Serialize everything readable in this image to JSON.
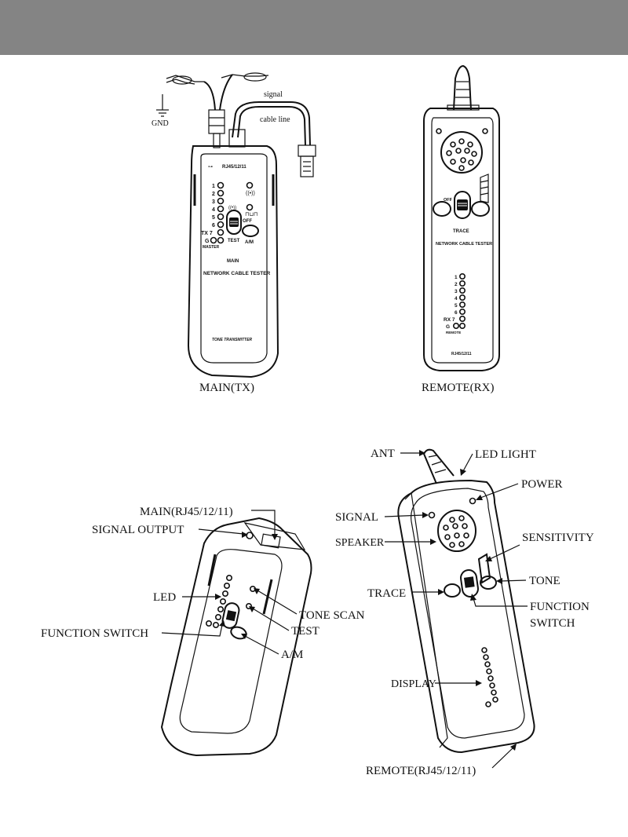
{
  "top": {
    "gnd": "GND",
    "signal": "signal",
    "cable_line": "cable line",
    "tx_port": "RJ45/12/11",
    "tx_leds": [
      "1",
      "2",
      "3",
      "4",
      "5",
      "6",
      "TX  7",
      "G"
    ],
    "tx_off": "OFF",
    "tx_test": "TEST",
    "tx_am": "A/M",
    "tx_master": "MASTER",
    "tx_main": "MAIN",
    "tx_title": "NETWORK CABLE TESTER",
    "tx_footer": "TONE TRANSMITTER",
    "rx_off": "OFF",
    "rx_trace": "TRACE",
    "rx_title": "NETWORK CABLE TESTER",
    "rx_leds": [
      "1",
      "2",
      "3",
      "4",
      "5",
      "6",
      "RX  7",
      "G"
    ],
    "rx_remote": "REMOTE",
    "rx_port": "RJ45/12/11",
    "caption_tx": "MAIN(TX)",
    "caption_rx": "REMOTE(RX)"
  },
  "callouts_tx": {
    "main_port": "MAIN(RJ45/12/11)",
    "signal_output": "SIGNAL OUTPUT",
    "led": "LED",
    "function_switch": "FUNCTION SWITCH",
    "tone_scan": "TONE SCAN",
    "test": "TEST",
    "am": "A/M"
  },
  "callouts_rx": {
    "ant": "ANT",
    "led_light": "LED LIGHT",
    "power": "POWER",
    "signal": "SIGNAL",
    "speaker": "SPEAKER",
    "sensitivity": "SENSITIVITY",
    "trace": "TRACE",
    "tone": "TONE",
    "function_switch_1": "FUNCTION",
    "function_switch_2": "SWITCH",
    "display": "DISPLAY",
    "remote_port": "REMOTE(RJ45/12/11)"
  }
}
